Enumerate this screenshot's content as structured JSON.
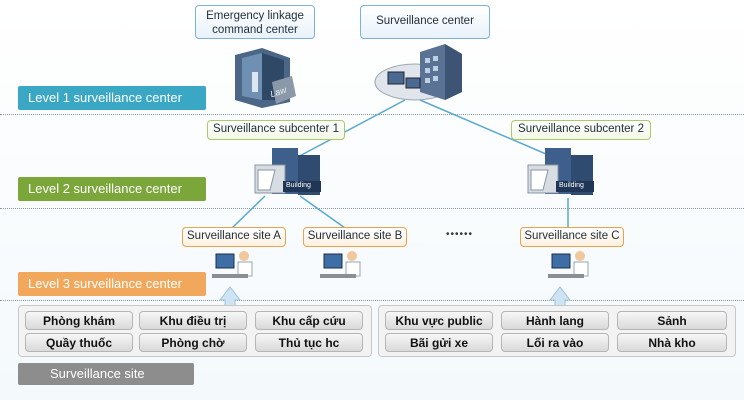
{
  "top": {
    "emergency_center": "Emergency linkage command center",
    "surveillance_center": "Surveillance center",
    "law_label": "Law"
  },
  "levels": {
    "level1": "Level 1 surveillance center",
    "level2": "Level 2 surveillance center",
    "level3": "Level 3 surveillance center"
  },
  "subcenters": {
    "sub1": "Surveillance subcenter 1",
    "sub2": "Surveillance subcenter 2",
    "building_label": "Building"
  },
  "sites": {
    "site_a": "Surveillance site A",
    "site_b": "Surveillance site B",
    "ellipsis": "••••••",
    "site_c": "Surveillance site C"
  },
  "left_panel": [
    "Phòng khám",
    "Khu điều trị",
    "Khu cấp cứu",
    "Quầy thuốc",
    "Phòng chờ",
    "Thủ tục hc"
  ],
  "right_panel": [
    "Khu vực public",
    "Hành lang",
    "Sảnh",
    "Bãi gửi xe",
    "Lối ra vào",
    "Nhà kho"
  ],
  "footer": {
    "site_label": "Surveillance site"
  },
  "colors": {
    "level1": "#3aa7c5",
    "level2": "#7aa63a",
    "level3": "#f1a85c",
    "site_bar": "#8d8d8d",
    "line": "#5aa9cf"
  }
}
